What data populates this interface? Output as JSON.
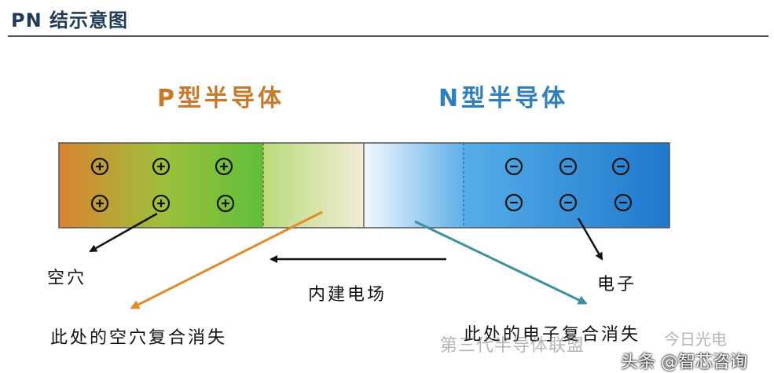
{
  "title": "PN 结示意图",
  "p_label": "P型半导体",
  "n_label": "N型半导体",
  "hole_label": "空穴",
  "electron_label": "电子",
  "field_label": "内建电场",
  "recomb_left": "此处的空穴复合消失",
  "recomb_right": "此处的电子复合消失",
  "watermark_wechat": "第三代半导体联盟",
  "watermark_small": "今日光电",
  "watermark_toutiao": "头条 @智芯咨询",
  "plus_symbol": "+",
  "minus_symbol": "−",
  "colors": {
    "p_orange": "#d98a3a",
    "p_green": "#5fbf3a",
    "n_blue": "#1f7fd0",
    "arrow_orange": "#e08a2a",
    "arrow_teal": "#3e8fa0"
  }
}
